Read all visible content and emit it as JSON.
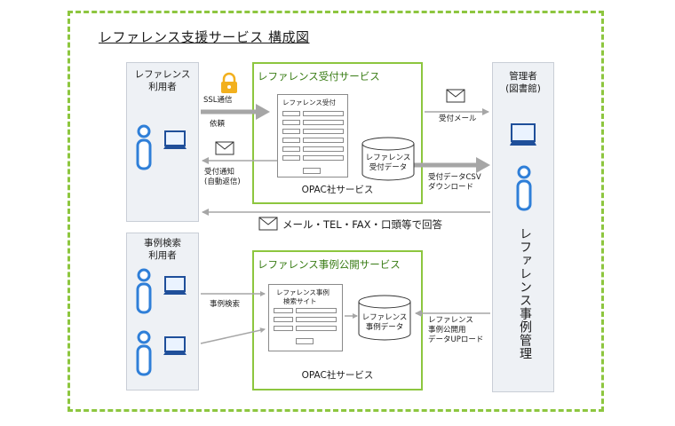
{
  "diagram": {
    "title": "レファレンス支援サービス 構成図",
    "actors": {
      "reference_user": [
        "レファレンス",
        "利用者"
      ],
      "case_user": [
        "事例検索",
        "利用者"
      ],
      "admin": [
        "管理者",
        "(図書館)"
      ],
      "admin_vertical": "レファレンス事例管理"
    },
    "services": {
      "reception": {
        "title": "レファレンス受付サービス",
        "form_title": "レファレンス受付",
        "db_label": [
          "レファレンス",
          "受付データ"
        ],
        "provider": "OPAC社サービス"
      },
      "case_public": {
        "title": "レファレンス事例公開サービス",
        "form_title": [
          "レファレンス事例",
          "検索サイト"
        ],
        "db_label": [
          "レファレンス",
          "事例データ"
        ],
        "provider": "OPAC社サービス"
      }
    },
    "flows": {
      "ssl": "SSL通信",
      "request": "依頼",
      "notify": [
        "受付通知",
        "(自動返信)"
      ],
      "receipt_mail": "受付メール",
      "csv": [
        "受付データCSV",
        "ダウンロード"
      ],
      "reply": "メール・TEL・FAX・口頭等で回答",
      "case_search": "事例検索",
      "case_upload": [
        "レファレンス",
        "事例公開用",
        "データUPロード"
      ]
    },
    "colors": {
      "accent_green": "#8dc63f",
      "panel_bg": "#eef1f5",
      "person_blue": "#2f7fd8",
      "lock_gold": "#f2b01e",
      "arrow_gray": "#a6a6a6"
    }
  }
}
